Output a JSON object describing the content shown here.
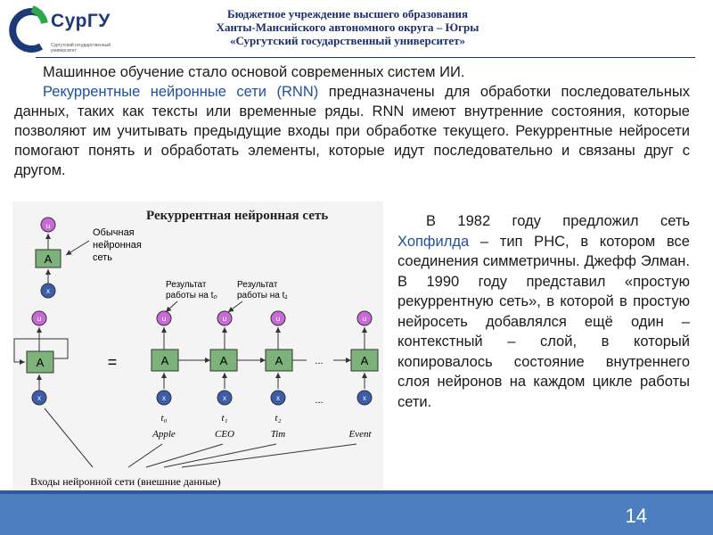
{
  "logo": {
    "name": "СурГУ",
    "subtitle": "Сургутский государственный университет"
  },
  "header": {
    "line1": "Бюджетное учреждение высшего образования",
    "line2": "Ханты-Мансийского автономного округа – Югры",
    "line3": "«Сургутский государственный университет»"
  },
  "body": {
    "intro": "Машинное обучение стало основой современных систем ИИ.",
    "rnn_term": "Рекуррентные нейронные сети (RNN)",
    "rnn_text": " предназначены для обработки последовательных данных, таких как тексты или временные ряды. RNN имеют внутренние состояния, которые позволяют им учитывать предыдущие входы при обработке текущего. Рекуррентные нейросети помогают понять и обработать элементы, которые идут последовательно и связаны друг с другом."
  },
  "side": {
    "part1": "В 1982 году предложил сеть ",
    "hopfield": "Хопфилда",
    "part2": " – тип РНС, в котором все соединения симметричны. Джефф Элман. В 1990 году представил «простую рекуррентную сеть», в которой в простую нейросеть добавлялся ещё один – контекстный – слой, в который копировалось состояние внутреннего слоя нейронов на каждом цикле работы сети."
  },
  "figure": {
    "title": "Рекуррентная нейронная сеть",
    "normal_net": [
      "Обычная",
      "нейронная",
      "сеть"
    ],
    "result_t0": [
      "Результат",
      "работы на t"
    ],
    "result_t1": [
      "Результат",
      "работы на t"
    ],
    "block": "A",
    "equals": "=",
    "dots": "...",
    "u_labels": [
      "u",
      "u",
      "u",
      "u",
      "u"
    ],
    "x_labels": [
      "x",
      "x",
      "x",
      "x",
      "x"
    ],
    "times": [
      "t",
      "t",
      "t"
    ],
    "words": [
      "Apple",
      "CEO",
      "Tim",
      "Event"
    ],
    "inputs_caption": "Входы нейронной сети (внешние данные)"
  },
  "footer": {
    "page": "14"
  },
  "colors": {
    "accent": "#1f4fa0",
    "footer": "#4c7ec0",
    "node_u": "#c86ad8",
    "node_x": "#3b5dab",
    "block": "#7db37a"
  }
}
